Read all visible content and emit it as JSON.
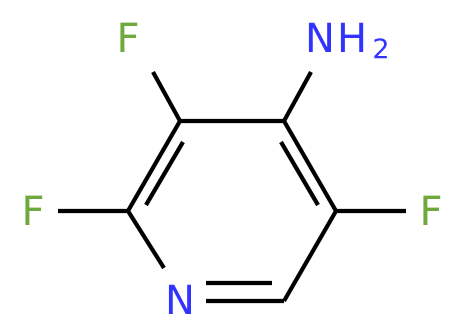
{
  "molecule": {
    "atoms": {
      "f_top": "F",
      "amine_n": "N",
      "amine_h": "H",
      "amine_sub": "2",
      "f_left": "F",
      "f_right": "F",
      "ring_n": "N"
    },
    "colors": {
      "bond": "#000000",
      "fluorine": "#6fa83c",
      "nitrogen": "#3333ff"
    }
  }
}
